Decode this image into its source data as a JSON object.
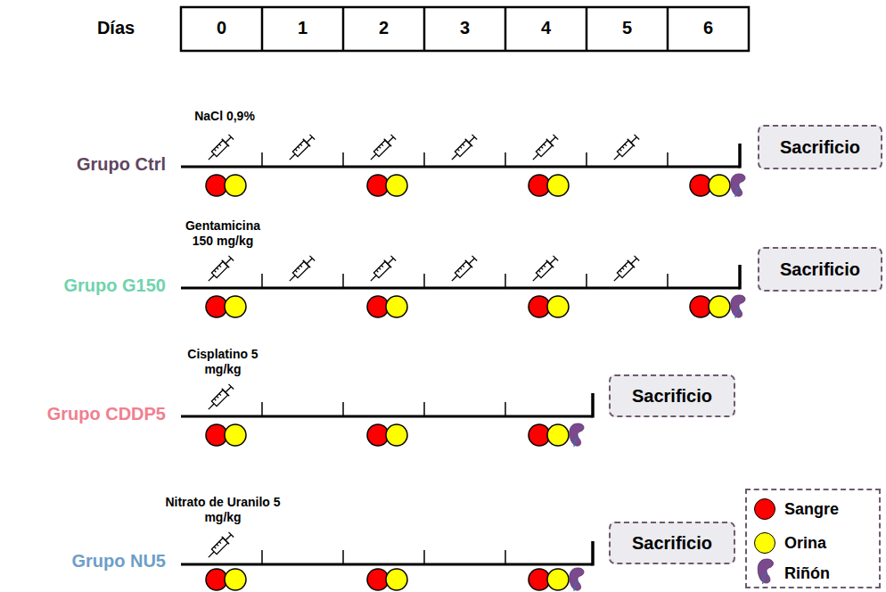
{
  "diagram": {
    "nodes": [
      {
        "text": [
          "Sacrificio"
        ]
      },
      {
        "text": [
          "Sacrificio"
        ]
      },
      {
        "text": [
          "Sacrificio"
        ]
      },
      {
        "text": [
          "Sacrificio"
        ]
      }
    ],
    "edges": [],
    "labels": [
      "Días",
      "0",
      "1",
      "2",
      "3",
      "4",
      "5",
      "6",
      "NaCl 0,9%",
      "Grupo Ctrl",
      "Gentamicina 150 mg/kg",
      "Grupo G150",
      "Cisplatino 5 mg/kg",
      "Grupo CDDP5",
      "Nitrato de Uranilo 5 mg/kg",
      "Grupo NU5"
    ],
    "legend": [
      {
        "text": "Sangre",
        "color": "#ff0000"
      },
      {
        "text": "Orina",
        "color": "#ffff00"
      },
      {
        "text": "Riñón"
      }
    ]
  }
}
